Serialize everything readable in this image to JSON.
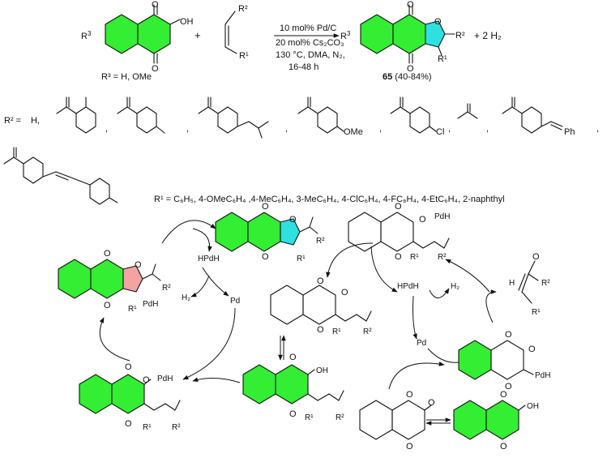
{
  "colors": {
    "aromatic": "#33ee33",
    "furan": "#2ee0e0",
    "dihydrofuran": "#f4a3a3",
    "ink": "#111111"
  },
  "reaction": {
    "r3_label": "R",
    "r3_sup": "3",
    "r3_options": "R³ = H, OMe",
    "plus1": "+",
    "alkene_r2": "R²",
    "alkene_r1": "R¹",
    "conditions": [
      "10 mol% Pd/C",
      "20 mol% Cs₂CO₃",
      "130 °C, DMA, N₂,",
      "16-48 h"
    ],
    "product_number": "65",
    "product_yield": " (40-84%)",
    "product_r2": "R²",
    "product_r1": "R¹",
    "byproduct": "+ 2 H₂"
  },
  "r2_scope": {
    "label": "R² =",
    "h": "H,",
    "ome": "OMe",
    "cl": "Cl",
    "ph": "Ph",
    "comma": ","
  },
  "r1_scope": "R¹ = C₆H₅, 4-OMeC₆H₄ ,4-MeC₆H₄, 3-MeC₆H₄, 4-ClC₆H₄, 4-FC₆H₄, 4-EtC₆H₄, 2-naphthyl",
  "cycle": {
    "hpdh_left": "HPdH",
    "h2_left": "H₂",
    "pd_left": "Pd",
    "pdh_dihydro": "PdH",
    "opdh": "O",
    "opdh_pdh": "PdH",
    "hpdh_right": "HPdH",
    "h2_right": "H₂",
    "pd_right": "Pd",
    "pdh_top": "PdH",
    "pdh_right": "PdH",
    "oh": "OH",
    "o": "O",
    "r1": "R¹",
    "r2": "R²"
  }
}
